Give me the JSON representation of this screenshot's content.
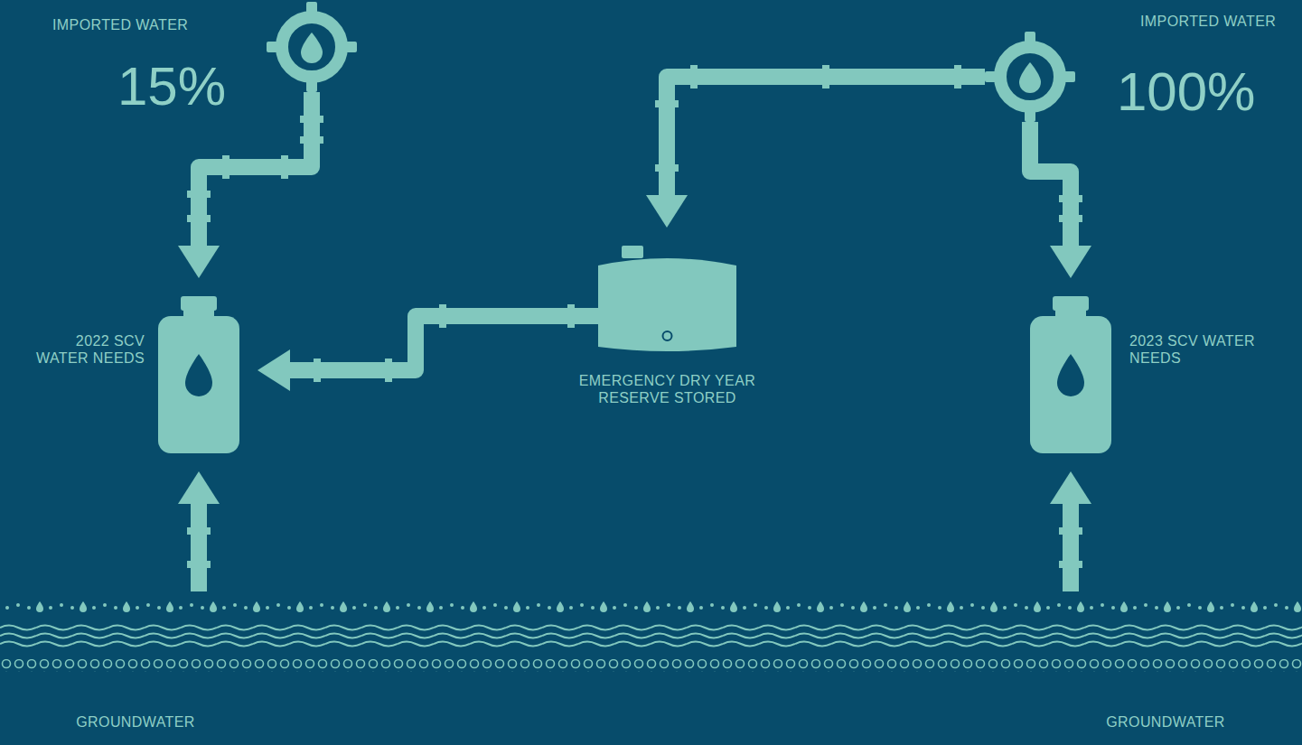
{
  "diagram": {
    "nodes": [
      {
        "text": [
          "IMPORTED WATER",
          "15%"
        ]
      },
      {
        "text": [
          "IMPORTED WATER",
          "100%"
        ]
      },
      {
        "text": [
          "2022 SCV WATER NEEDS"
        ]
      },
      {
        "text": [
          "EMERGENCY DRY YEAR RESERVE STORED"
        ]
      },
      {
        "text": [
          "2023 SCV WATER NEEDS"
        ]
      },
      {
        "text": [
          "GROUNDWATER"
        ]
      },
      {
        "text": [
          "GROUNDWATER"
        ]
      }
    ],
    "edges": [
      {
        "from": 0,
        "to": 2,
        "arrow": "to"
      },
      {
        "from": 1,
        "to": 3,
        "arrow": "to"
      },
      {
        "from": 1,
        "to": 4,
        "arrow": "to"
      },
      {
        "from": 3,
        "to": 2,
        "arrow": "to"
      },
      {
        "from": 5,
        "to": 2,
        "arrow": "to"
      },
      {
        "from": 6,
        "to": 4,
        "arrow": "to"
      }
    ]
  }
}
